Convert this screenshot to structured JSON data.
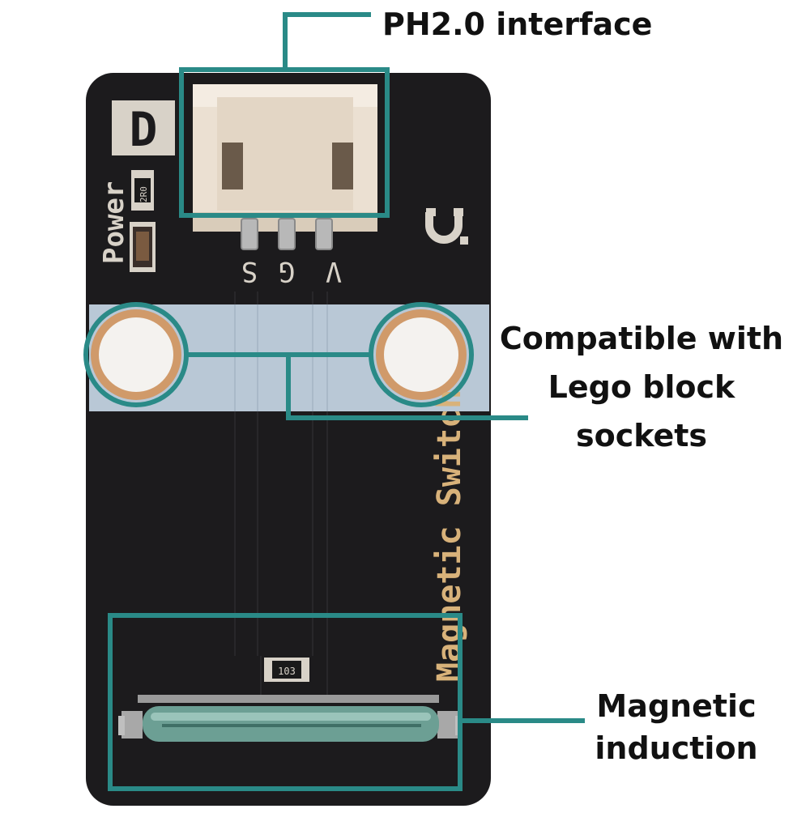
{
  "callouts": {
    "ph20": "PH2.0 interface",
    "lego_lines": [
      "Compatible with",
      "Lego block",
      "sockets"
    ],
    "magnetic_lines": [
      "Magnetic",
      "induction"
    ]
  },
  "board": {
    "id_letter": "D",
    "power_label": "Power",
    "pins": [
      "S",
      "G",
      "V"
    ],
    "name": "Magnetic Switch",
    "resistor_code": "103",
    "led_code": "2R0"
  },
  "icons": [
    "magnet-icon"
  ],
  "colors": {
    "accent": "#2a8a87",
    "board": "#1c1b1d",
    "silkscreen": "#d8d2c8",
    "name_label": "#d8b27a",
    "connector": "#ebe0d2",
    "band": "#b9c8d6",
    "glass": "#6c9f94"
  }
}
